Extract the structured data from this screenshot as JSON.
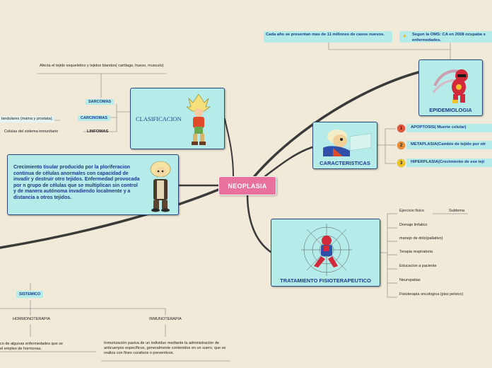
{
  "central": {
    "label": "NEOPLASIA"
  },
  "clasificacion": {
    "title": "CLASIFICACION",
    "sarcomas": "SARCOMAS",
    "sarcomas_desc": "Afecta el tejido esqueletico y tejidos blandos( cartilago, hueso, musculo)",
    "carcinomas": "CARCINOMAS",
    "carcinomas_desc": "landulares (mama y prostata).",
    "linfomas": "LINFOMAS",
    "linfomas_desc": "Celulas del sistema inmunitario"
  },
  "definicion": {
    "text": "Crecimiento tisular producido por la ploriferacion continua de células anormales con capacidad de invadir y destruir otro tejidos. Enfermedad provocada por n grupo de células que se multiplican sin control y de manera autónoma invadiendo localmente y a distancia a otros tejidos."
  },
  "epidemiologia": {
    "title": "EPIDEMIOLOGIA",
    "note1": "Cada año se presentan mas de 11 millones de casos nuevos.",
    "note2": "Segun la OMS: CA en 2008 ocupaba s enfermedades."
  },
  "caracteristicas": {
    "title": "CARACTERISTICAS",
    "items": [
      {
        "num": "1",
        "label": "APOPTOSIS( Muerte celular)",
        "color": "#e8553d"
      },
      {
        "num": "2",
        "label": "METAPLASIA(Cambio de tejido por otr",
        "color": "#f08a2e"
      },
      {
        "num": "3",
        "label": "HIPERPLASIA(Crecimiento de ese teji",
        "color": "#f4c51c"
      }
    ]
  },
  "tratamiento": {
    "title": "TRATAMIENTO FISIOTERAPEUTICO",
    "items": [
      "Ejercicio fisico",
      "Drenaje linfatico",
      "manejo de dolo(paliativo)",
      "Terapia respiratoria",
      "Educacion a paciente",
      "Neuropatias",
      "Fisioterapia oncologica (piso pelvico)"
    ],
    "subtema": "Subtema"
  },
  "sistemico": {
    "label": "SISTEMICO",
    "hormono": "HORMONOTERAPIA",
    "hormono_desc_1": "co de algunas enfermedades que se",
    "hormono_desc_2": "el empleo de hormonas.",
    "inmuno": "INMUNOTERAPIA",
    "inmuno_desc": "Inmunización pasiva de un individuo mediante la administración de anticuerpos específicos, generalmente contenidos en un suero, que se realiza con fines curativos o preventivos."
  },
  "colors": {
    "node_bg": "#b5ebe8",
    "central_bg": "#e9719d",
    "branch_line": "#3a3a3a",
    "text_blue": "#1f3a8a"
  }
}
